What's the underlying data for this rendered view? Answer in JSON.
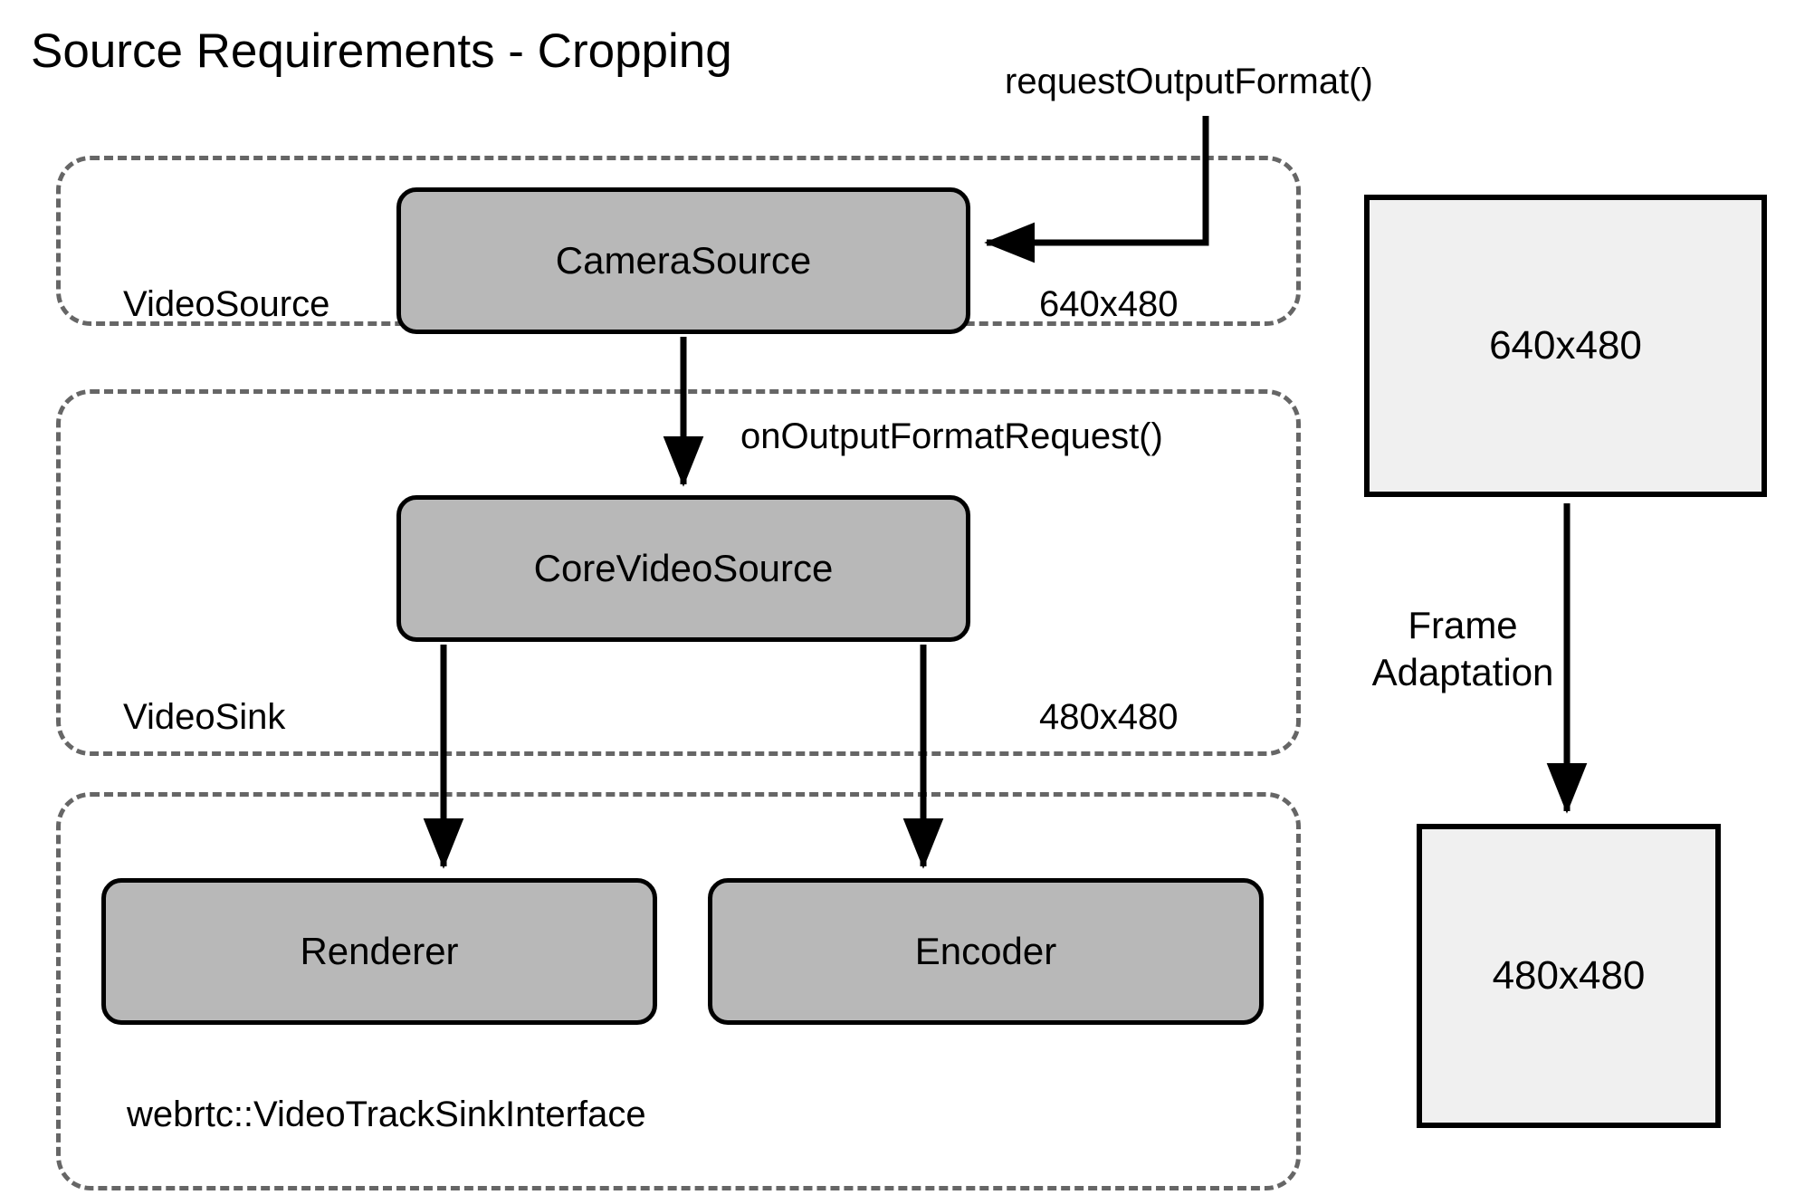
{
  "title": "Source Requirements - Cropping",
  "colors": {
    "node_fill": "#b8b8b8",
    "node_stroke": "#000000",
    "container_stroke": "#666666",
    "frame_fill": "#f0f0f0",
    "background": "#ffffff"
  },
  "layers": [
    {
      "id": "videosource",
      "label": "VideoSource",
      "resolution": "640x480"
    },
    {
      "id": "videosink",
      "label": "VideoSink",
      "resolution": "480x480"
    },
    {
      "id": "tracksink",
      "label": "webrtc::VideoTrackSinkInterface",
      "resolution": ""
    }
  ],
  "nodes": [
    {
      "id": "camerasource",
      "label": "CameraSource"
    },
    {
      "id": "corevideosource",
      "label": "CoreVideoSource"
    },
    {
      "id": "renderer",
      "label": "Renderer"
    },
    {
      "id": "encoder",
      "label": "Encoder"
    }
  ],
  "callouts": {
    "request_output_format": "requestOutputFormat()",
    "on_output_format_request": "onOutputFormatRequest()"
  },
  "frames": {
    "source_label": "640x480",
    "output_label": "480x480",
    "adaptation_line1": "Frame",
    "adaptation_line2": "Adaptation"
  }
}
